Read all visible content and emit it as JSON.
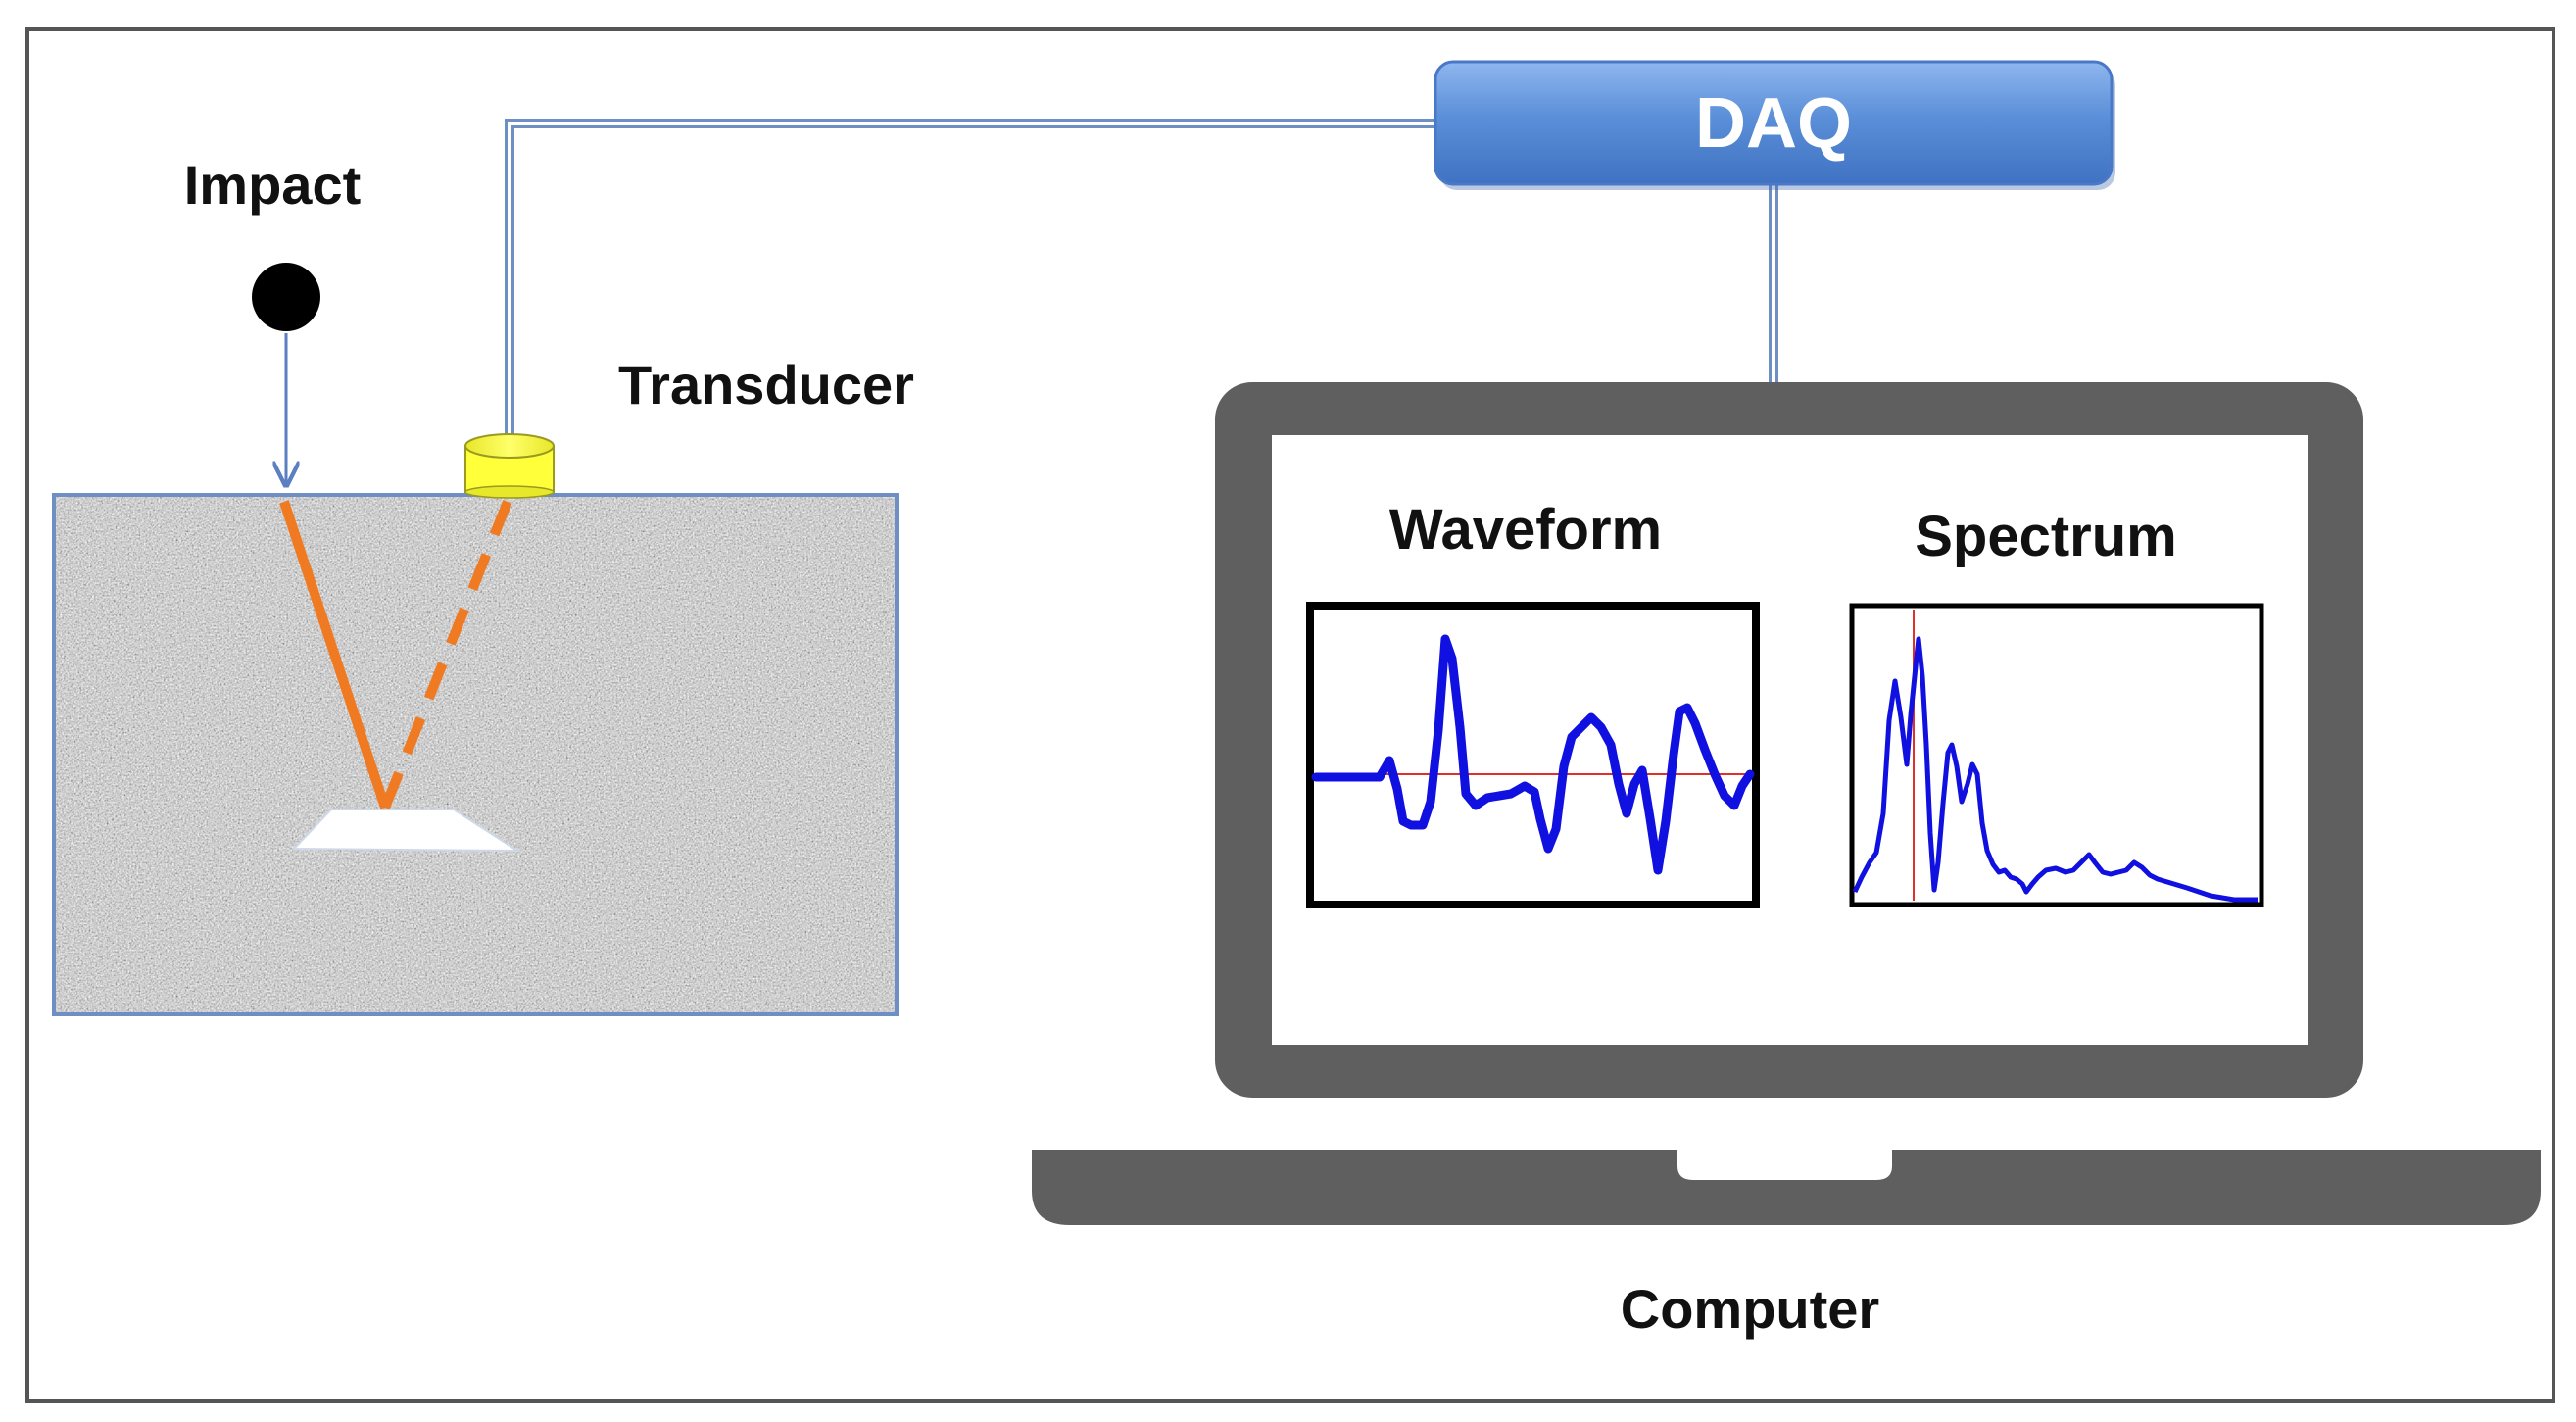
{
  "labels": {
    "impact": "Impact",
    "transducer": "Transducer",
    "daq": "DAQ",
    "waveform": "Waveform",
    "spectrum": "Spectrum",
    "computer": "Computer"
  },
  "colors": {
    "frame": "#555555",
    "cable": "#6d8fc4",
    "daq_box": "#5b8fd8",
    "ray": "#f07a22",
    "transducer": "#ffff3a",
    "concrete": "#a9a9a9",
    "laptop": "#5f5f5f",
    "signal": "#1010e0",
    "baseline": "#e0302c"
  },
  "icons": {
    "impactor": "black-ball-icon",
    "arrow": "down-arrow-icon",
    "sensor": "cylinder-transducer-icon",
    "laptop": "laptop-icon"
  }
}
